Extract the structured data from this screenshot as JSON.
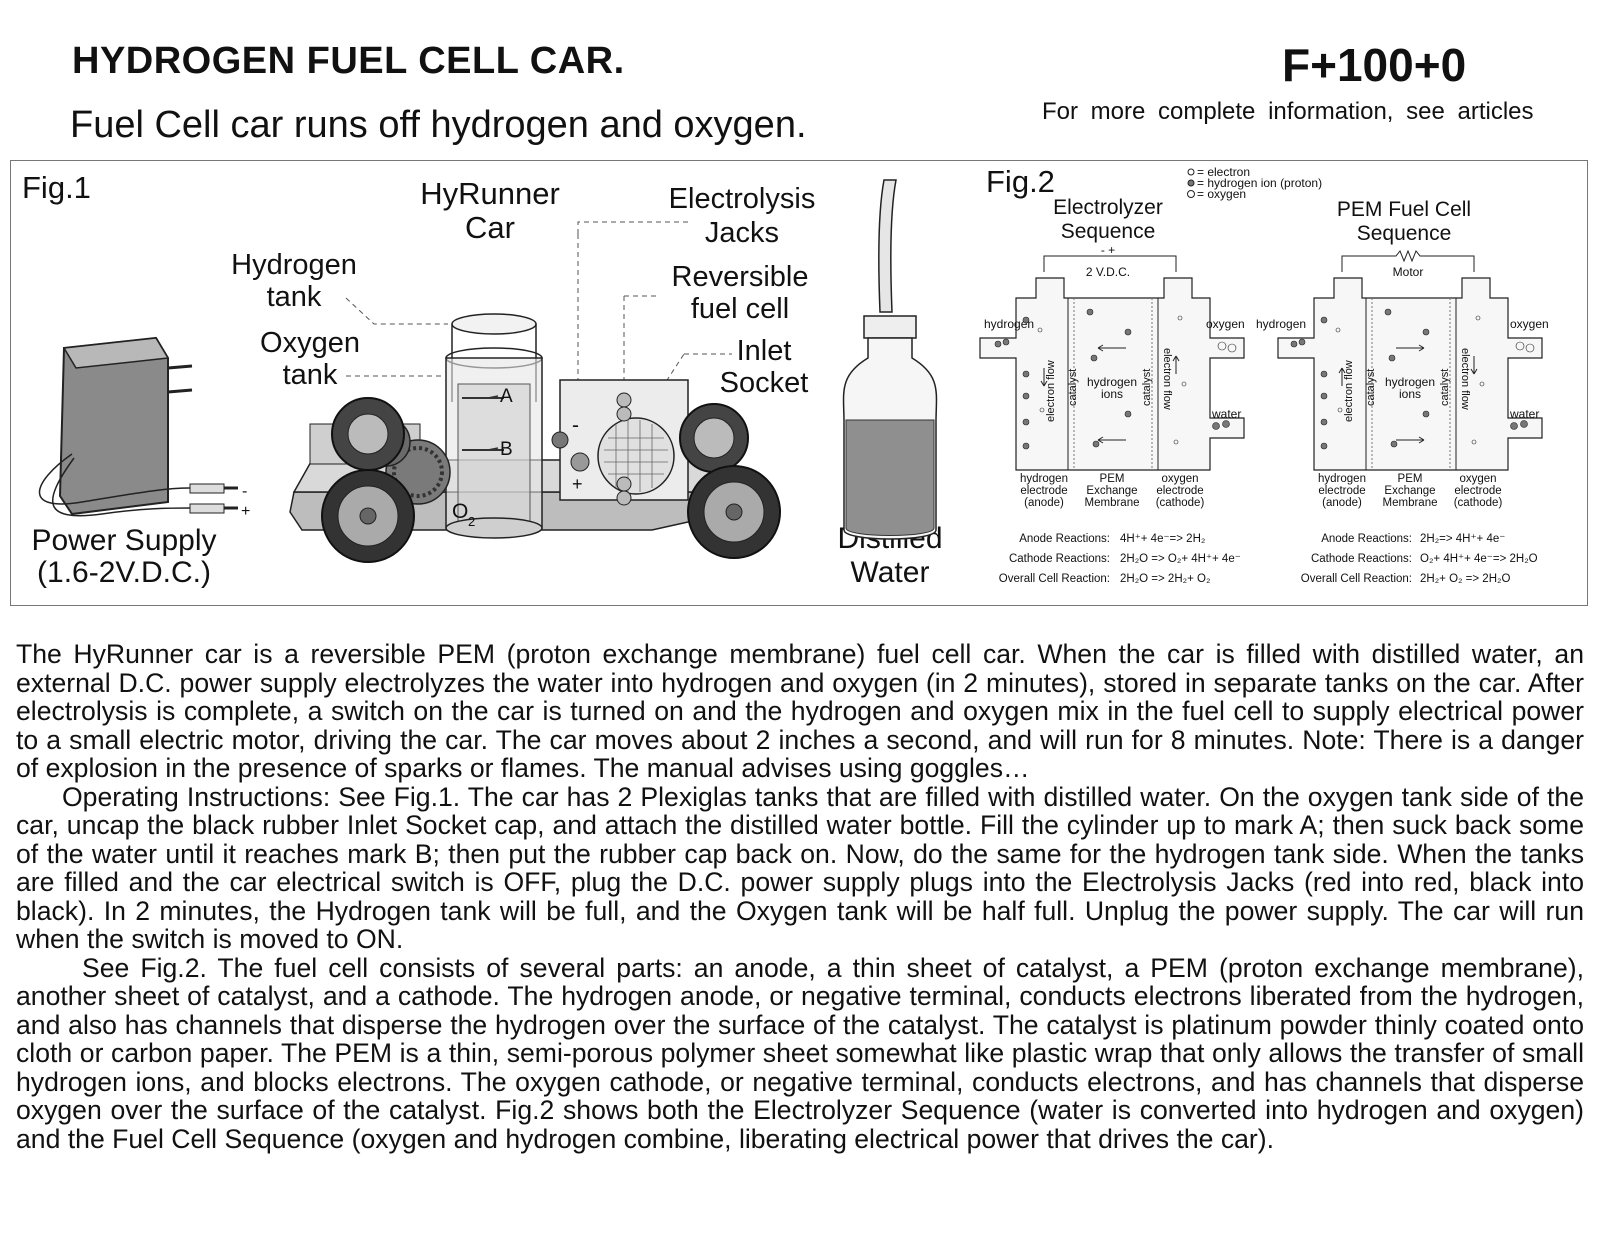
{
  "header": {
    "title": "HYDROGEN FUEL CELL CAR.",
    "code": "F+100+0",
    "subtitle": "Fuel Cell car runs off hydrogen and oxygen.",
    "more_info": "For more complete information, see articles"
  },
  "fig1": {
    "label": "Fig.1",
    "hyrunner": [
      "HyRunner",
      "Car"
    ],
    "hydrogen_tank": [
      "Hydrogen",
      "tank"
    ],
    "oxygen_tank": [
      "Oxygen",
      "tank"
    ],
    "electrolysis_jacks": [
      "Electrolysis",
      "Jacks"
    ],
    "reversible_fuel_cell": [
      "Reversible",
      "fuel cell"
    ],
    "inlet_socket": [
      "Inlet",
      "Socket"
    ],
    "power_supply": [
      "Power Supply",
      "(1.6-2V.D.C.)"
    ],
    "distilled_water": [
      "Distilled",
      "Water"
    ],
    "mark_a": "A",
    "mark_b": "B",
    "o2": "O",
    "o2_sub": "2",
    "minus": "-",
    "plus": "+",
    "plug_minus": "-",
    "plug_plus": "+"
  },
  "fig2": {
    "label": "Fig.2",
    "legend": [
      "= electron",
      "= hydrogen ion (proton)",
      "= oxygen"
    ],
    "electrolyzer": {
      "title": [
        "Electrolyzer",
        "Sequence"
      ],
      "source": "2 V.D.C.",
      "source_polarity": "- +",
      "left_gas": "hydrogen",
      "right_gas": "oxygen",
      "water": "water",
      "electron_flow": "electron flow",
      "catalyst": "catalyst",
      "ions": [
        "hydrogen",
        "ions"
      ],
      "bottom_left": [
        "hydrogen",
        "electrode",
        "(anode)"
      ],
      "bottom_mid": [
        "PEM",
        "Exchange",
        "Membrane"
      ],
      "bottom_right": [
        "oxygen",
        "electrode",
        "(cathode)"
      ],
      "reactions": [
        {
          "label": "Anode Reactions:",
          "eq": "4H⁺+ 4e⁻=> 2H₂"
        },
        {
          "label": "Cathode Reactions:",
          "eq": "2H₂O => O₂+ 4H⁺+ 4e⁻"
        },
        {
          "label": "Overall Cell Reaction:",
          "eq": "2H₂O => 2H₂+ O₂"
        }
      ]
    },
    "fuelcell": {
      "title": [
        "PEM Fuel Cell",
        "Sequence"
      ],
      "source": "Motor",
      "left_gas": "hydrogen",
      "right_gas": "oxygen",
      "water": "water",
      "electron_flow": "electron flow",
      "catalyst": "catalyst",
      "ions": [
        "hydrogen",
        "ions"
      ],
      "bottom_left": [
        "hydrogen",
        "electrode",
        "(anode)"
      ],
      "bottom_mid": [
        "PEM",
        "Exchange",
        "Membrane"
      ],
      "bottom_right": [
        "oxygen",
        "electrode",
        "(cathode)"
      ],
      "reactions": [
        {
          "label": "Anode Reactions:",
          "eq": "2H₂=> 4H⁺+ 4e⁻"
        },
        {
          "label": "Cathode Reactions:",
          "eq": "O₂+ 4H⁺+ 4e⁻=> 2H₂O"
        },
        {
          "label": "Overall Cell Reaction:",
          "eq": "2H₂+ O₂ => 2H₂O"
        }
      ]
    }
  },
  "body": {
    "p1": "The HyRunner car is a reversible PEM (proton exchange membrane) fuel cell car. When the car is filled with distilled water, an external D.C. power supply electrolyzes the water into hydrogen and oxygen (in 2 minutes), stored in separate tanks on the car. After electrolysis is complete, a switch on the car is turned on and the hydrogen and oxygen mix in the fuel cell to supply electrical power to a small electric motor, driving the car.  The car moves about 2 inches a second, and will run for 8 minutes. Note: There is a danger of explosion in the presence of sparks or flames. The manual advises using goggles…",
    "p2": "Operating Instructions: See Fig.1. The car has 2 Plexiglas tanks that are filled with distilled water. On the oxygen tank side of the car, uncap the black rubber Inlet Socket cap, and attach the distilled water bottle. Fill the cylinder up to mark A; then suck back some of the water until it reaches mark B; then put the rubber cap back on.  Now, do the same for the hydrogen tank side. When the tanks are filled and the car electrical switch is OFF, plug the D.C. power supply plugs into the Electrolysis Jacks (red into red, black into black). In 2 minutes, the Hydrogen tank will be full, and the Oxygen tank will be half full. Unplug the power supply. The car will run when the switch is moved to ON.",
    "p3": "See Fig.2.  The fuel cell consists of several parts: an anode, a thin sheet of catalyst, a PEM (proton exchange membrane), another sheet of catalyst, and a cathode.  The hydrogen anode, or negative terminal, conducts electrons liberated from the hydrogen, and also has channels that disperse the hydrogen over the surface of the catalyst. The catalyst is platinum powder thinly coated onto cloth or carbon paper. The PEM is a thin, semi-porous polymer sheet somewhat like plastic wrap that only allows the transfer of small hydrogen ions, and blocks electrons. The oxygen cathode, or negative terminal, conducts electrons, and has channels that disperse oxygen over the surface of the catalyst. Fig.2 shows both the Electrolyzer Sequence (water is converted into hydrogen and oxygen) and the Fuel Cell Sequence (oxygen and hydrogen combine, liberating electrical power that drives the car)."
  }
}
